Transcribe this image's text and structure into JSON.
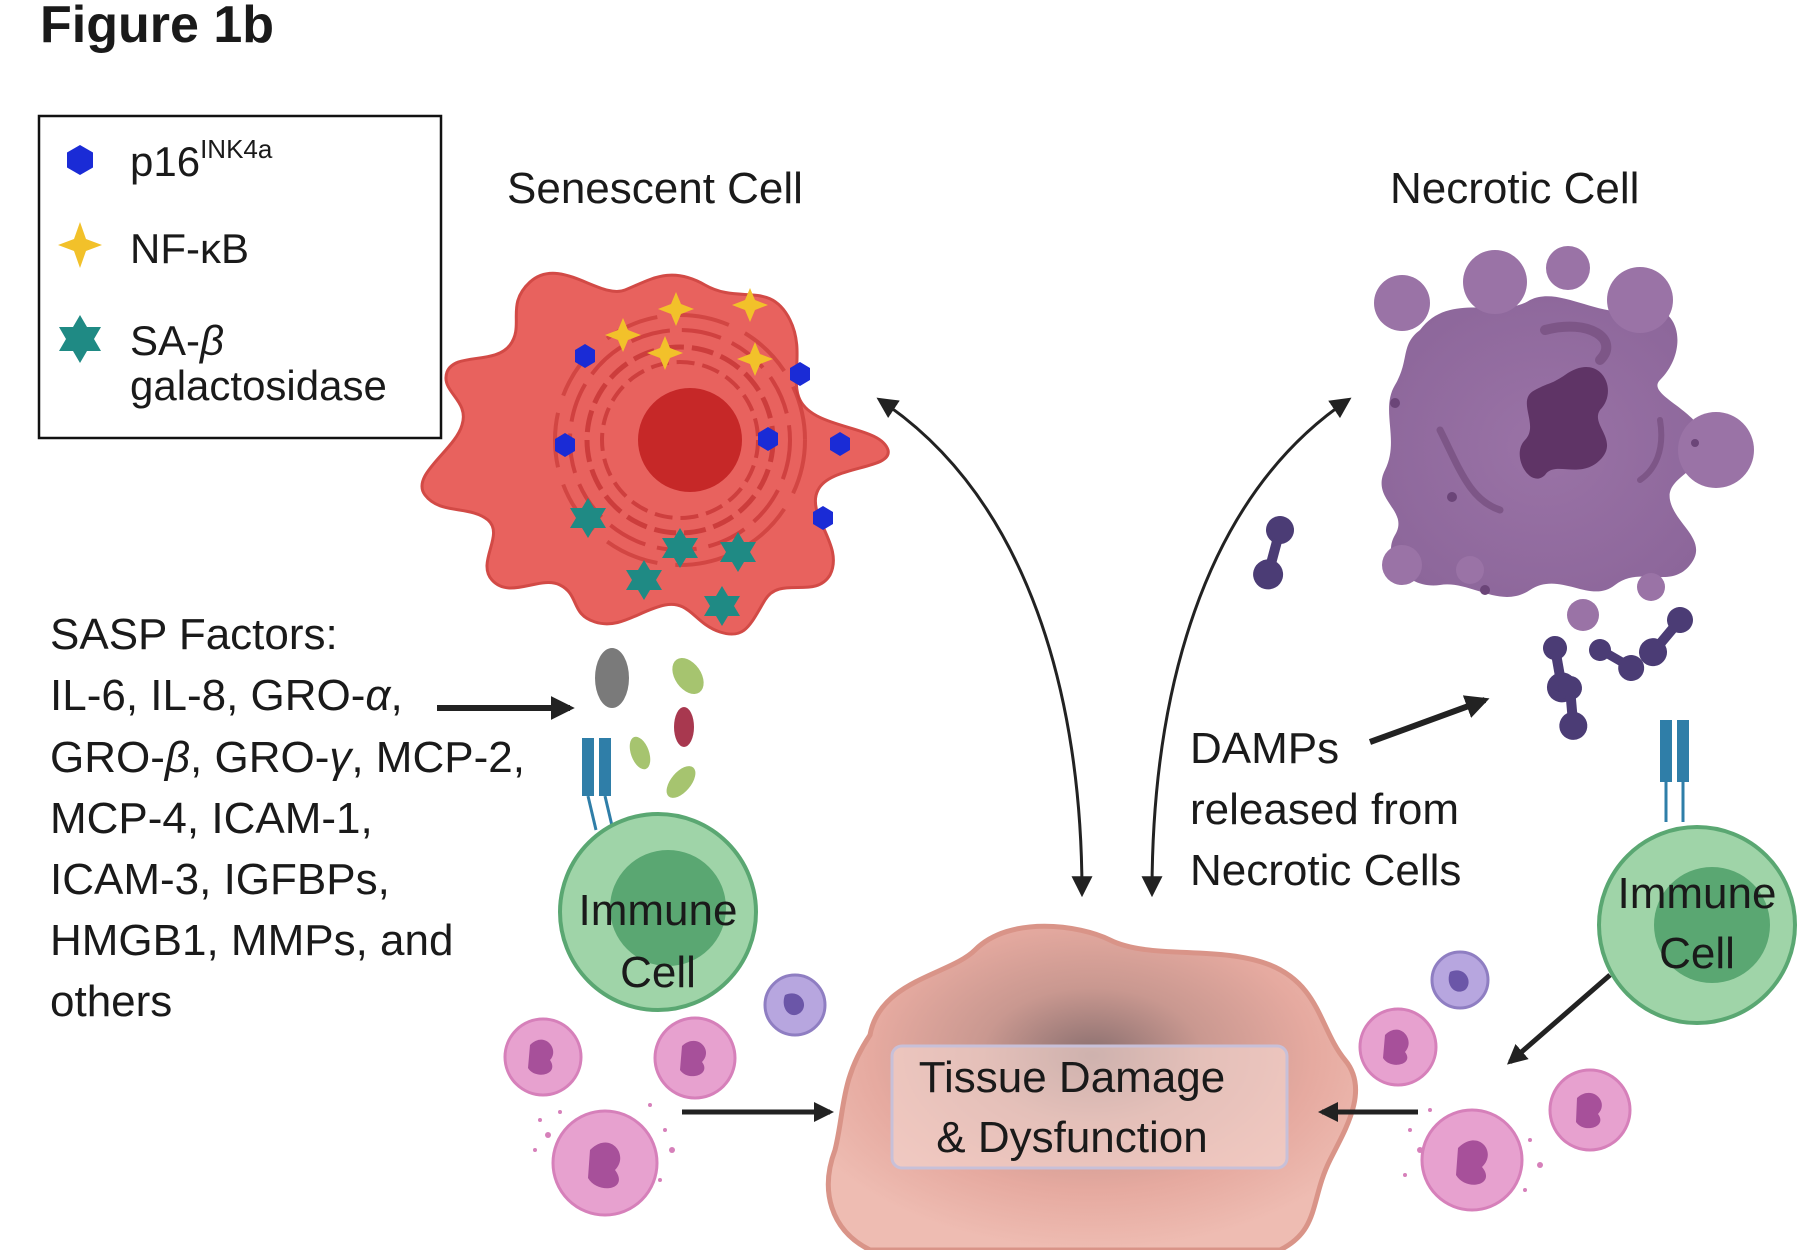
{
  "figure": {
    "title": "Figure 1b"
  },
  "legend": {
    "items": [
      {
        "name": "p16",
        "superscript": "INK4a",
        "icon": "blue-hexagon",
        "color": "#1a2bd6"
      },
      {
        "name": "NF-κB",
        "icon": "yellow-four-point-star",
        "color": "#f2c12a"
      },
      {
        "name": "SA-",
        "name_greek": "β",
        "name_line2": "galactosidase",
        "icon": "teal-six-point-star",
        "color": "#1f8a84"
      }
    ]
  },
  "cells": {
    "senescent": {
      "label": "Senescent Cell",
      "color": "#e8625e",
      "nucleus_color": "#c62828"
    },
    "necrotic": {
      "label": "Necrotic Cell",
      "color": "#9a73a6"
    },
    "immune_left": {
      "line1": "Immune",
      "line2": "Cell"
    },
    "immune_right": {
      "line1": "Immune",
      "line2": "Cell"
    },
    "tissue": {
      "line1": "Tissue Damage",
      "line2": "& Dysfunction"
    }
  },
  "sasp": {
    "lines": [
      {
        "text": "SASP Factors:"
      },
      {
        "text": "IL-6, IL-8, GRO-",
        "greek": "α",
        "tail": ","
      },
      {
        "text": "GRO-",
        "greek": "β",
        "mid": ", GRO-",
        "greek2": "γ",
        "tail": ", MCP-2,"
      },
      {
        "text": "MCP-4,  ICAM-1,"
      },
      {
        "text": "ICAM-3, IGFBPs,"
      },
      {
        "text": "HMGB1, MMPs, and"
      },
      {
        "text": "others"
      }
    ]
  },
  "damps": {
    "lines": [
      "DAMPs",
      "released from",
      "Necrotic Cells"
    ]
  },
  "colors": {
    "immune_fill": "#9fd4a8",
    "immune_nucleus": "#5aa772",
    "neutrophil": "#e7a1cf",
    "tissue": "#e9aaa0",
    "damp": "#4b3c75",
    "receptor": "#2f7ea8"
  }
}
